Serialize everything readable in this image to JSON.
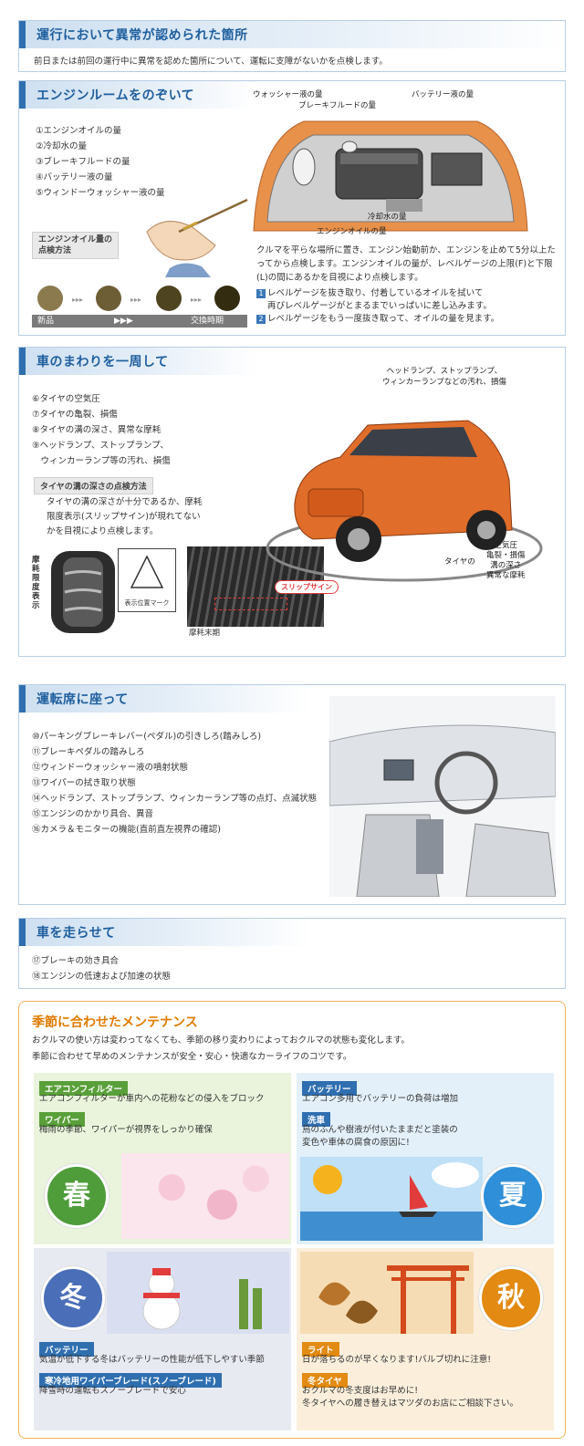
{
  "section1": {
    "title": "運行において異常が認められた箇所",
    "desc": "前日または前回の運行中に異常を認めた箇所について、運転に支障がないかを点検します。"
  },
  "section2": {
    "title": "エンジンルームをのぞいて",
    "items": [
      "①エンジンオイルの量",
      "②冷却水の量",
      "③ブレーキフルードの量",
      "④バッテリー液の量",
      "⑤ウィンドーウォッシャー液の量"
    ],
    "oil_tag": "エンジンオイル量の\n点検方法",
    "oil_new": "新品",
    "oil_arrows": "▶▶▶",
    "oil_change": "交換時期",
    "labels": {
      "washer": "ウォッシャー液の量",
      "brake": "ブレーキフルードの量",
      "battery": "バッテリー液の量",
      "coolant": "冷却水の量",
      "engine_oil": "エンジンオイルの量"
    },
    "desc": "クルマを平らな場所に置き、エンジン始動前か、エンジンを止めて5分以上たってから点検します。エンジンオイルの量が、レベルゲージの上限(F)と下限(L)の間にあるかを目視により点検します。",
    "step1_num": "1",
    "step1": "レベルゲージを抜き取り、付着しているオイルを拭いて",
    "step1b": "再びレベルゲージがとまるまでいっぱいに差し込みます。",
    "step2_num": "2",
    "step2": "レベルゲージをもう一度抜き取って、オイルの量を見ます。"
  },
  "section3": {
    "title": "車のまわりを一周して",
    "items": [
      "⑥タイヤの空気圧",
      "⑦タイヤの亀裂、損傷",
      "⑧タイヤの溝の深さ、異常な摩耗",
      "⑨ヘッドランプ、ストップランプ、",
      "　ウィンカーランプ等の汚れ、損傷"
    ],
    "tread_tag": "タイヤの溝の深さの点検方法",
    "tread_desc": [
      "タイヤの溝の深さが十分であるか、摩耗",
      "限度表示(スリップサイン)が現れてない",
      "かを目視により点検します。"
    ],
    "wear_label": "摩耗限度表示",
    "mark_label": "表示位置マーク",
    "slip_sign": "スリップサイン",
    "wear_end": "摩耗末期",
    "lamp_label": [
      "ヘッドランプ、ストップランプ、",
      "ウィンカーランプなどの汚れ、損傷"
    ],
    "tire_label": "タイヤの",
    "tire_checks": [
      "空気圧",
      "亀裂・損傷",
      "溝の深さ",
      "異常な摩耗"
    ]
  },
  "section4": {
    "title": "運転席に座って",
    "items": [
      "⑩パーキングブレーキレバー(ペダル)の引きしろ(踏みしろ)",
      "⑪ブレーキペダルの踏みしろ",
      "⑫ウィンドーウォッシャー液の噴射状態",
      "⑬ワイパーの拭き取り状態",
      "⑭ヘッドランプ、ストップランプ、ウィンカーランプ等の点灯、点滅状態",
      "⑮エンジンのかかり具合、異音",
      "⑯カメラ＆モニターの機能(直前直左視界の確認)"
    ]
  },
  "section5": {
    "title": "車を走らせて",
    "items": [
      "⑰ブレーキの効き具合",
      "⑱エンジンの低速および加速の状態"
    ]
  },
  "seasons": {
    "title": "季節に合わせたメンテナンス",
    "desc1": "おクルマの使い方は変わってなくても、季節の移り変わりによっておクルマの状態も変化します。",
    "desc2": "季節に合わせて早めのメンテナンスが安全・安心・快適なカーライフのコツです。",
    "spring": {
      "char": "春",
      "tag1": "エアコンフィルター",
      "text1": "エアコンフィルターが車内への花粉などの侵入をブロック",
      "tag2": "ワイパー",
      "text2": "梅雨の季節、ワイパーが視界をしっかり確保"
    },
    "summer": {
      "char": "夏",
      "tag1": "バッテリー",
      "text1": "エアコン多用でバッテリーの負荷は増加",
      "tag2": "洗車",
      "text2a": "鳥のふんや樹液が付いたままだと塗装の",
      "text2b": "変色や車体の腐食の原因に!"
    },
    "winter": {
      "char": "冬",
      "tag1": "バッテリー",
      "text1": "気温が低下する冬はバッテリーの性能が低下しやすい季節",
      "tag2": "寒冷地用ワイパーブレード(スノーブレード)",
      "text2": "降雪時の運転もスノーブレードで安心"
    },
    "autumn": {
      "char": "秋",
      "tag1": "ライト",
      "text1": "日が落ちるのが早くなります!バルブ切れに注意!",
      "tag2": "冬タイヤ",
      "text2a": "おクルマの冬支度はお早めに!",
      "text2b": "冬タイヤへの履き替えはマツダのお店にご相談下さい。"
    }
  },
  "colors": {
    "header_blue": "#1f5f9f",
    "accent_orange": "#e07b00",
    "spring_green": "#5aa03a",
    "summer_blue": "#2f8fd8",
    "autumn_orange": "#e38a12"
  }
}
